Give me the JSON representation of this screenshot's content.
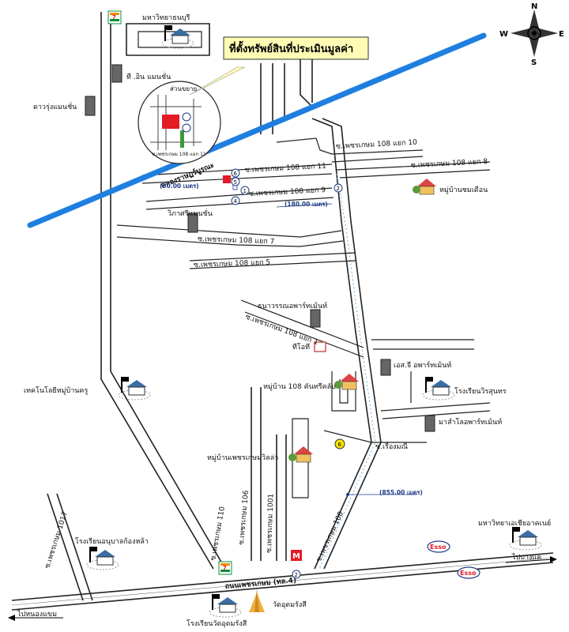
{
  "title_callout": "ที่ตั้งทรัพย์สินที่ประเมินมูลค่า",
  "inset_label": "ส่วนขยาย",
  "inset_road": "ซ.เพชรเกษม 108 แยก 11",
  "compass": {
    "n": "N",
    "s": "S",
    "e": "E",
    "w": "W"
  },
  "places": {
    "mahanakorn_uni": "มหาวิทยาธนบุรี",
    "t_one": "ที .อิน แมนชั่น",
    "dao_rung": "ดาวรุ่งแมนชั่น",
    "canal": "คลองราษฎร์บูรณะ",
    "wipha_sri": "วิภาศรีแมนชั่น",
    "thanawan": "ธนาวรรณอพาร์ทเม้นท์",
    "tee_oh_tee": "ทีโอที",
    "village_chomduan": "หมู่บ้านชมเดือน",
    "techno": "เทคโนโลยีหมู่บ้านครู",
    "village_108": "หมู่บ้าน 108 คันทรีคลับ",
    "sj_apartment": "เอส.จี อพาร์ทเม้นท์",
    "wirasuntorn_school": "โรงเรียนวิรสุนทร",
    "masa_apartment": "มาสำโลอพาร์ทเม้นท์",
    "village_villa": "หมู่บ้านเพชรเกษมวิลล่า",
    "anubarn_school": "โรงเรียนอนุบาลก้องหล้า",
    "asian_uni": "มหาวิทยาเอเชียอาคเนย์",
    "wat_school": "โรงเรียนวัดอุดมรังสี",
    "wat": "วัดอุดมรังสี",
    "to_bangkae": "ไปบางแค",
    "to_nongkhaem": "ไปหนองแขม",
    "esso1": "Esso",
    "esso2": "Esso"
  },
  "roads": {
    "r10": "ซ.เพชรเกษม 108 แยก 10",
    "r8": "ซ.เพชรเกษม 108 แยก 8",
    "r11": "ซ.เพชรเกษม 108 แยก 11",
    "r9": "ซ.เพชรเกษม 108 แยก 9",
    "r7": "ซ.เพชรเกษม 108 แยก 7",
    "r5": "ซ.เพชรเกษม 108 แยก 5",
    "r1": "ซ.เพชรเกษม 108 แยก 1",
    "rueangmani": "ซ.เรืองมณี",
    "main108": "ซ.เพชรเกษม 108",
    "phetkasem": "ถนนเพชรเกษม (ทล.4)",
    "soi110": "ซ.เพชรเกษม 110",
    "soi106": "ซ.เพชรเกษม 106",
    "soi1001": "ซ.เพชรเกษม 1001",
    "soi1017": "ซ.เพชรเกษม 1017"
  },
  "distances": {
    "d30": "(30.00 เมตร)",
    "d180": "(180.00 เมตร)",
    "d855": "(855.00 เมตร)"
  },
  "markers": {
    "m1": "1",
    "m2": "2",
    "m3": "3",
    "m4": "4",
    "m5": "5",
    "m6": "6",
    "m2b": "2"
  },
  "colors": {
    "canal": "#1f7fe0",
    "property": "#e21b24",
    "callout": "#fffbb5",
    "dist": "#1f3c88",
    "marker": "#f5e400"
  }
}
